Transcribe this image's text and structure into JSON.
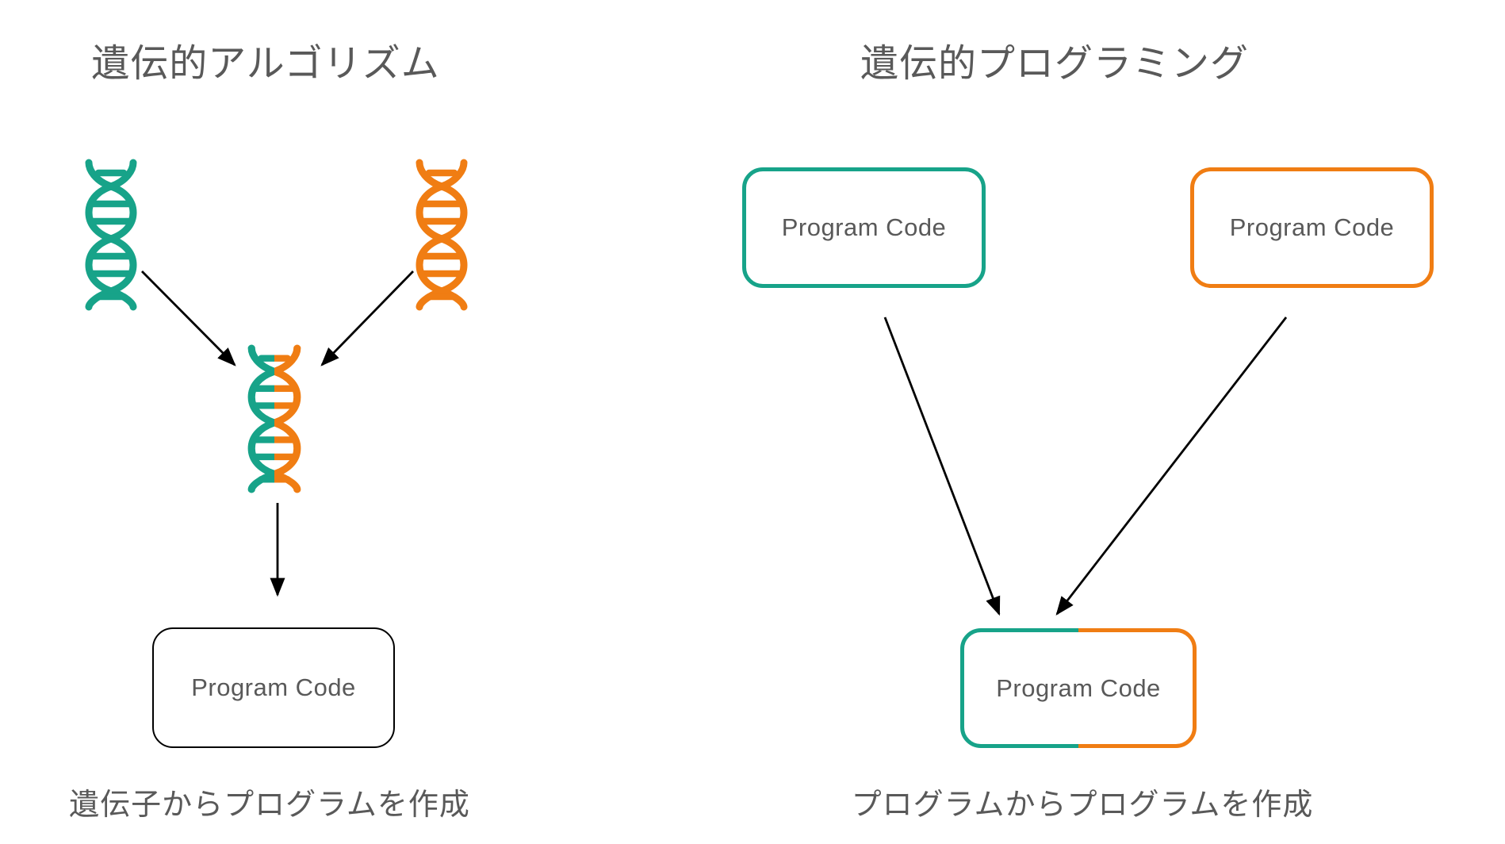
{
  "left_panel": {
    "title": "遺伝的アルゴリズム",
    "output_box_label": "Program Code",
    "caption": "遺伝子からプログラムを作成"
  },
  "right_panel": {
    "title": "遺伝的プログラミング",
    "parent1_box_label": "Program Code",
    "parent2_box_label": "Program Code",
    "child_box_label": "Program Code",
    "caption": "プログラムからプログラムを作成"
  },
  "icons": {
    "dna_teal": "dna-double-helix-teal",
    "dna_orange": "dna-double-helix-orange",
    "dna_hybrid": "dna-double-helix-half-teal-half-orange"
  },
  "colors": {
    "teal": "#17A389",
    "orange": "#F07D13",
    "text": "#595959",
    "arrow": "#000000",
    "box_border": "#000000",
    "background": "#FFFFFF"
  }
}
